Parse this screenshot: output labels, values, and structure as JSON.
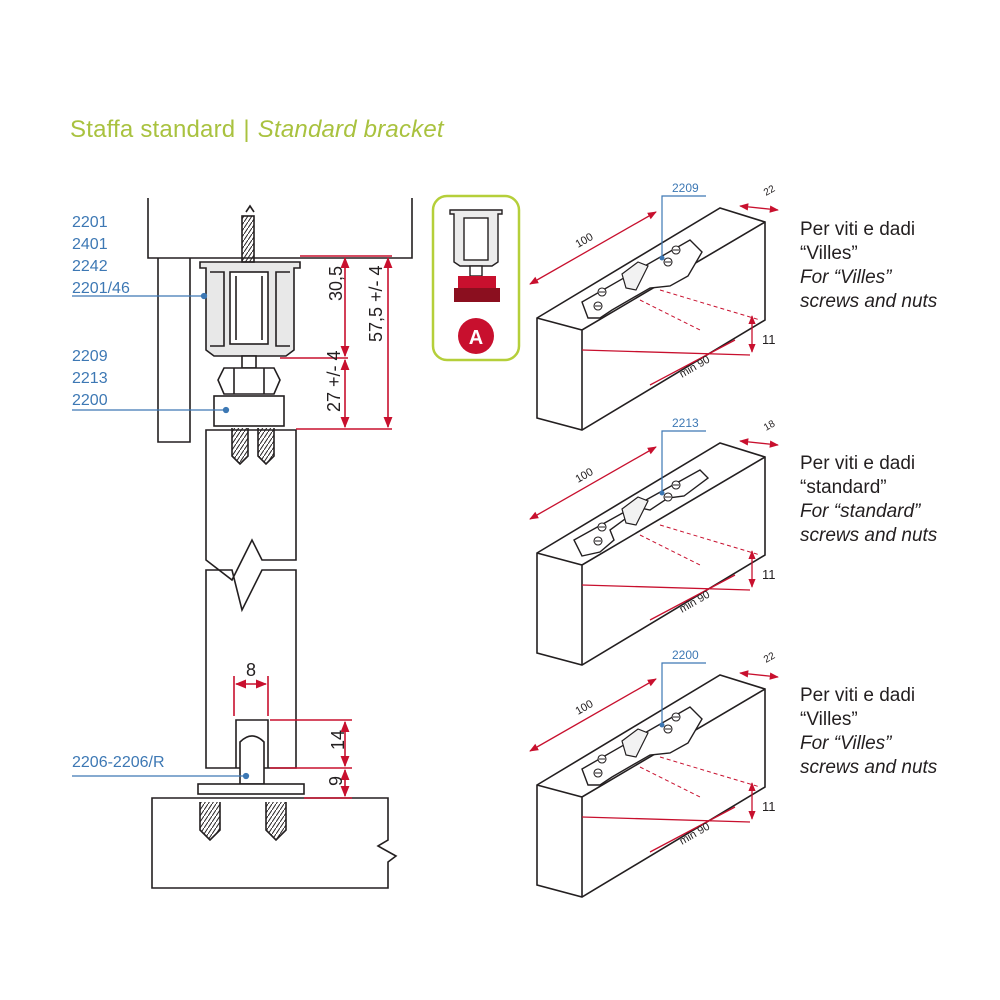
{
  "title": {
    "italian": "Staffa standard",
    "separator": "|",
    "english": "Standard bracket"
  },
  "colors": {
    "title": "#a9c23f",
    "part_labels": "#3d78b4",
    "dimensions": "#c8102e",
    "badge": "#c8102e",
    "inset_border": "#b5cf3a",
    "outline": "#231f20"
  },
  "left_labels": {
    "group1": [
      "2201",
      "2401",
      "2242",
      "2201/46"
    ],
    "group2": [
      "2209",
      "2213",
      "2200"
    ],
    "group3": [
      "2206-2206/R"
    ]
  },
  "dimensions": {
    "d_30_5": "30,5",
    "d_57_5": "57,5 +/- 4",
    "d_27": "27 +/- 4",
    "d_8": "8",
    "d_14": "14",
    "d_9": "9"
  },
  "inset": {
    "badge": "A"
  },
  "brackets": [
    {
      "code": "2209",
      "length": "100",
      "width": "22",
      "height": "11",
      "min": "min 90",
      "desc_it": [
        "Per viti e dadi",
        "“Villes”"
      ],
      "desc_en": [
        "For “Villes”",
        "screws and nuts"
      ]
    },
    {
      "code": "2213",
      "length": "100",
      "width": "18",
      "height": "11",
      "min": "min 90",
      "desc_it": [
        "Per viti e dadi",
        "“standard”"
      ],
      "desc_en": [
        "For “standard”",
        "screws and nuts"
      ]
    },
    {
      "code": "2200",
      "length": "100",
      "width": "22",
      "height": "11",
      "min": "min 90",
      "desc_it": [
        "Per viti e dadi",
        "“Villes”"
      ],
      "desc_en": [
        "For “Villes”",
        "screws and nuts"
      ]
    }
  ]
}
